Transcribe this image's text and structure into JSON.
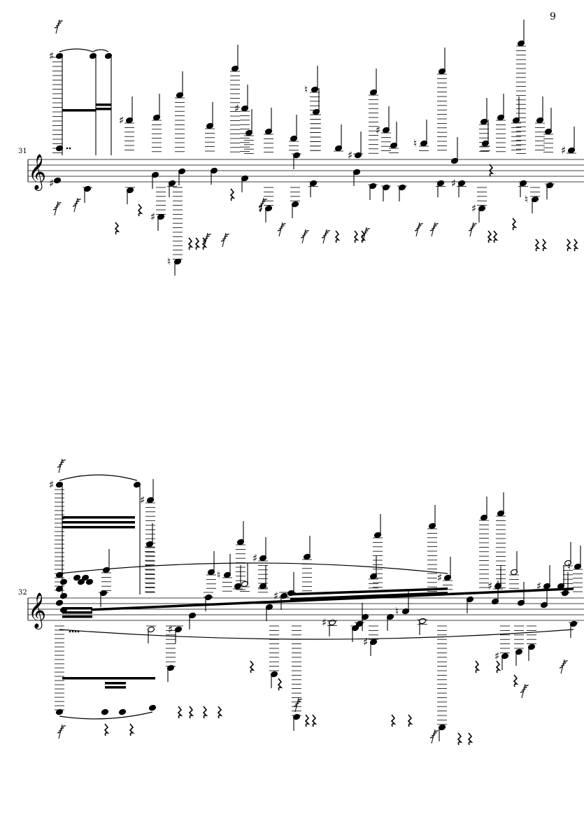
{
  "page": {
    "number": "9"
  },
  "systems": [
    {
      "measure_number": "31",
      "clef": "treble-clef",
      "staff_line_count": 5
    },
    {
      "measure_number": "32",
      "clef": "treble-clef",
      "staff_line_count": 5
    }
  ],
  "accidentals": {
    "sharp": "♯",
    "natural": "♮"
  },
  "colors": {
    "ink": "#000000",
    "paper": "#ffffff"
  }
}
